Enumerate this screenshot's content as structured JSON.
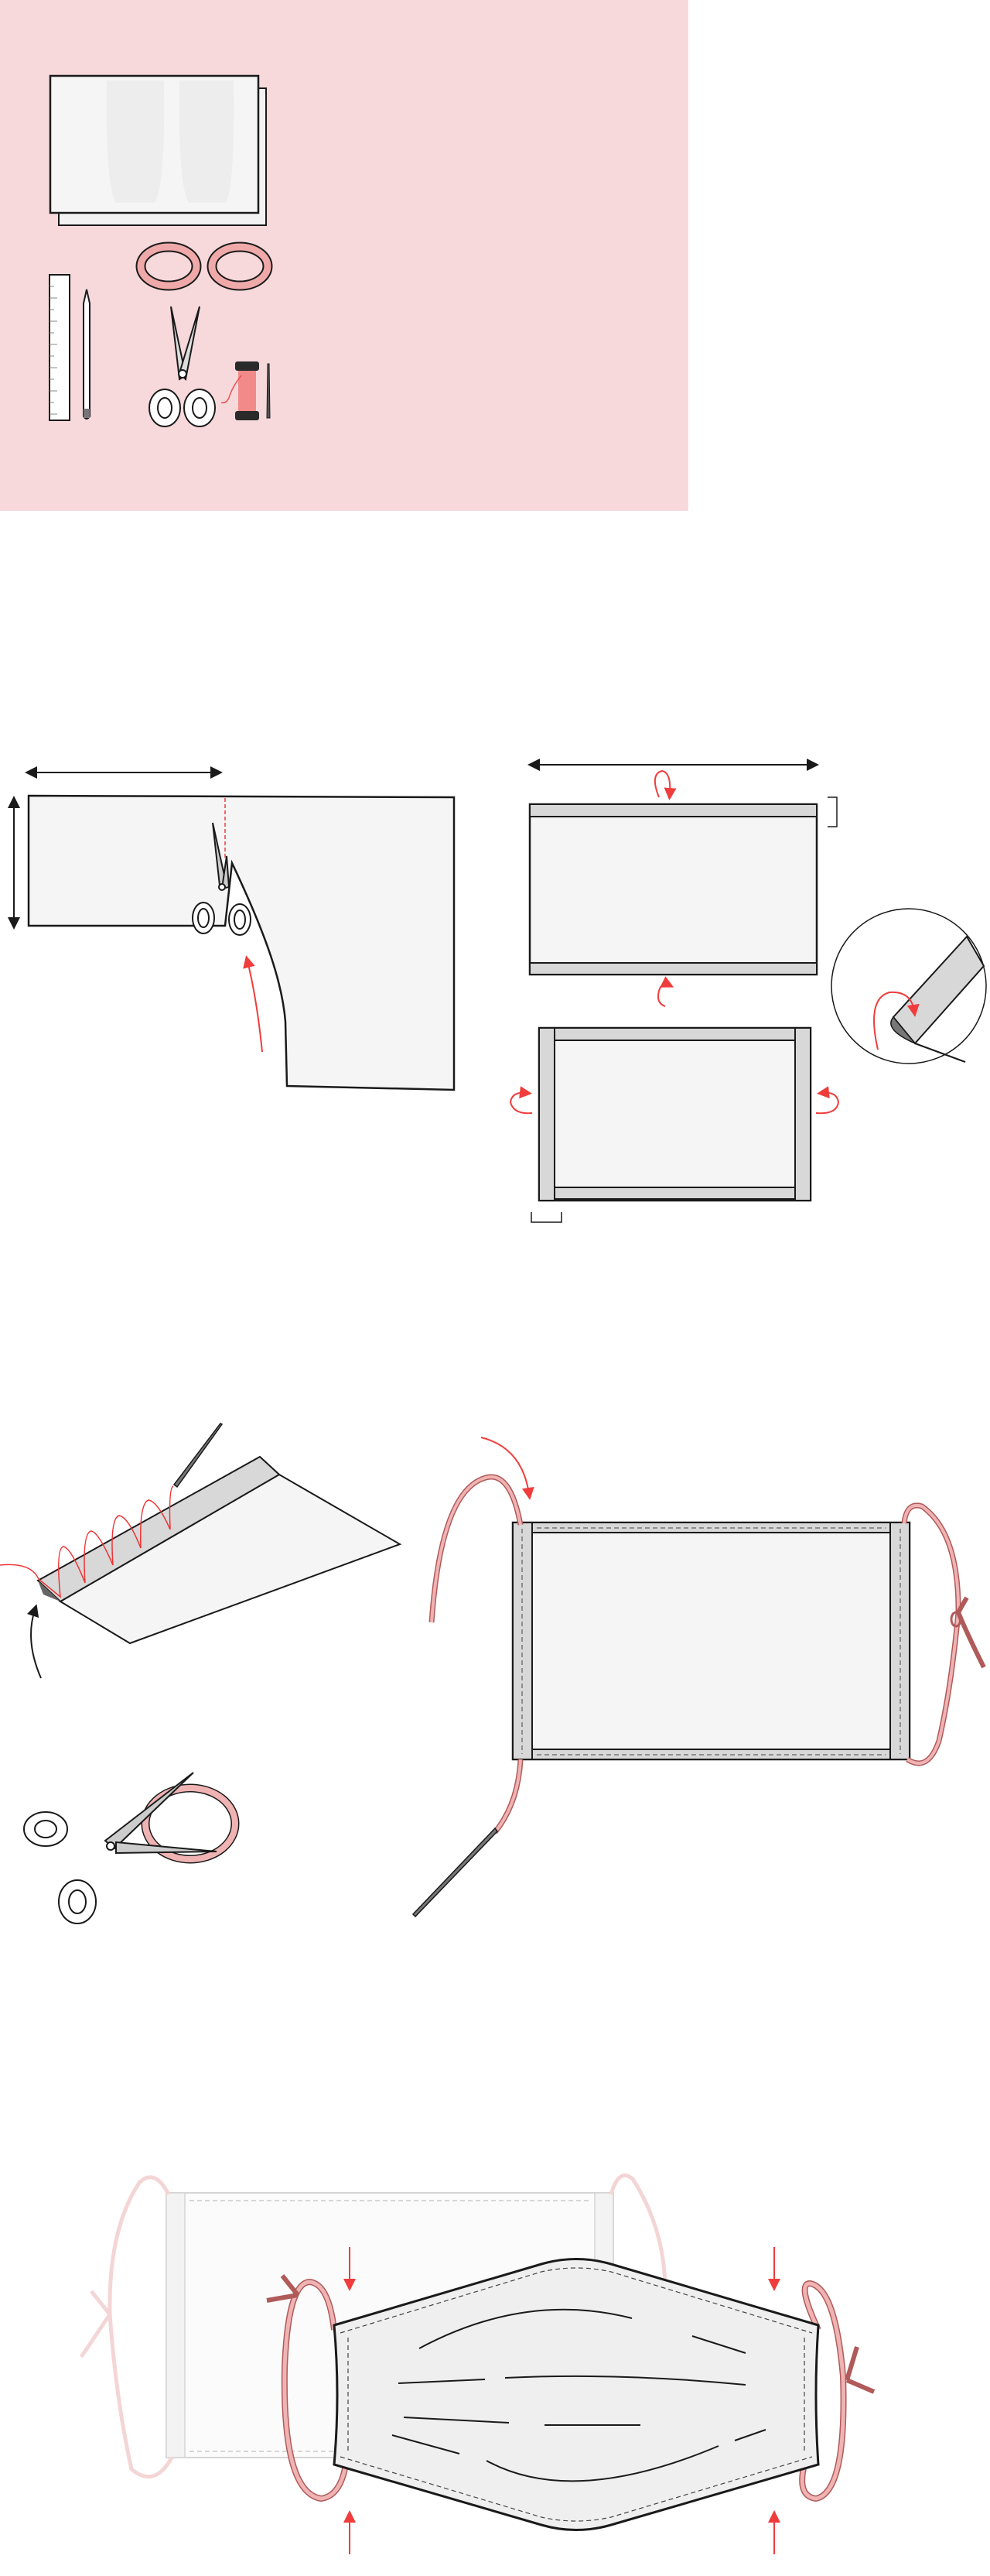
{
  "colors": {
    "panel_background": "#f7d9dc",
    "fabric": "#f5f5f5",
    "fabric_shadow": "#e6e6e6",
    "hem": "#d8d8d8",
    "outline": "#1a1a1a",
    "elastic": "#f0b3b3",
    "elastic_outline": "#b05a5a",
    "arrow_red": "#f03c3c",
    "thread_red": "#ee3333",
    "spool_dark": "#2a2a2a"
  },
  "steps": [
    {
      "name": "materials"
    },
    {
      "name": "cut-and-fold"
    },
    {
      "name": "sew-and-thread-elastic"
    },
    {
      "name": "pleat-and-finish"
    }
  ]
}
